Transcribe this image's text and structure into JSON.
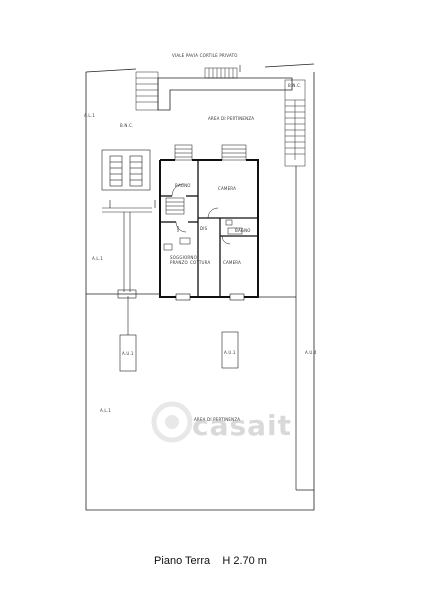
{
  "plan": {
    "caption": "Piano Terra    H 2.70 m",
    "watermark": "casait",
    "labels": {
      "top_corridor": "VIALE PAVIA CORTILE PRIVATO",
      "area_top": "AREA DI PERTINENZA",
      "bnc_left": "B.N.C.",
      "bnc_right": "B.N.C.",
      "al1_top": "A.L.1",
      "al1_mid": "A.L.1",
      "al1_bottom": "A.L.1",
      "bagno_1": "BAGNO",
      "camera_1": "CAMERA",
      "bagno_2": "BAGNO",
      "disimpegno": "DIS",
      "soggiorno": "SOGGIORNO PRANZO",
      "cottura": "COTTURA",
      "camera_2": "CAMERA",
      "au1_left": "A.U.1",
      "au1_center": "A.U.1",
      "au4": "A.U.4",
      "area_bottom": "AREA DI PERTINENZA"
    }
  }
}
